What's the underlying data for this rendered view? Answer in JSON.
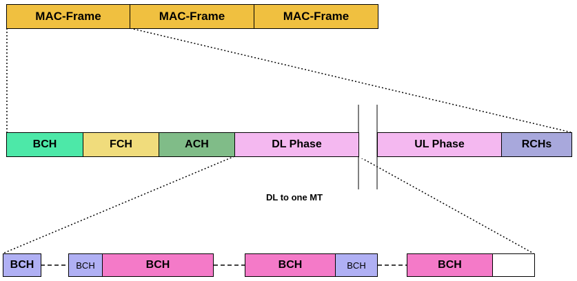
{
  "mac_frames": [
    "MAC-Frame",
    "MAC-Frame",
    "MAC-Frame"
  ],
  "frame": {
    "bch": "BCH",
    "fch": "FCH",
    "ach": "ACH",
    "dl_phase": "DL Phase",
    "ul_phase": "UL Phase",
    "rchs": "RCHs"
  },
  "caption": "DL to one MT",
  "detail": [
    "BCH",
    "BCH",
    "BCH",
    "BCH",
    "BCH",
    "BCH"
  ],
  "colors": {
    "mac": "#f0c040",
    "bch": "#4de8a8",
    "fch": "#f0dc7c",
    "ach": "#80bc88",
    "dl_phase": "#f4b8f0",
    "ul_phase": "#f4b8f0",
    "rchs": "#a8a8dc",
    "detail_blue": "#b0b0f4",
    "detail_pink": "#f47ac8"
  }
}
